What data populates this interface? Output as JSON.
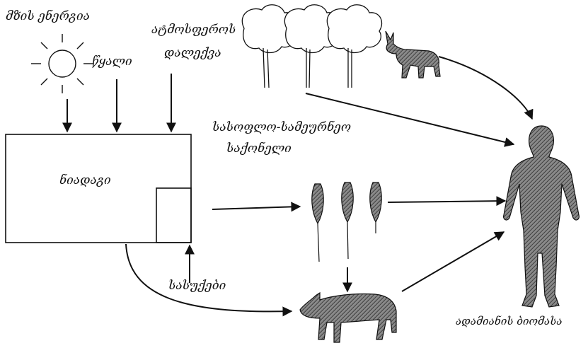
{
  "labels": {
    "sun_energy": "მზის ენერგია",
    "water": "წყალი",
    "atmospheric_line1": "ატმოსფეროს",
    "atmospheric_line2": "დალექვა",
    "soil": "ნიადაგი",
    "agro_line1": "სასოფლო-სამეურნეო",
    "agro_line2": "საქონელი",
    "fertilizers_line1": "სასუქები",
    "fertilizers_line2": "",
    "human_body": "ადამიანის ბიომასა"
  },
  "icons": [
    "sun-icon",
    "tree-icon",
    "goat-icon",
    "wheat-icon",
    "cow-icon",
    "human-figure-icon"
  ],
  "colors": {
    "ink": "#111111",
    "fill_hatch": "#6a6a6a"
  }
}
